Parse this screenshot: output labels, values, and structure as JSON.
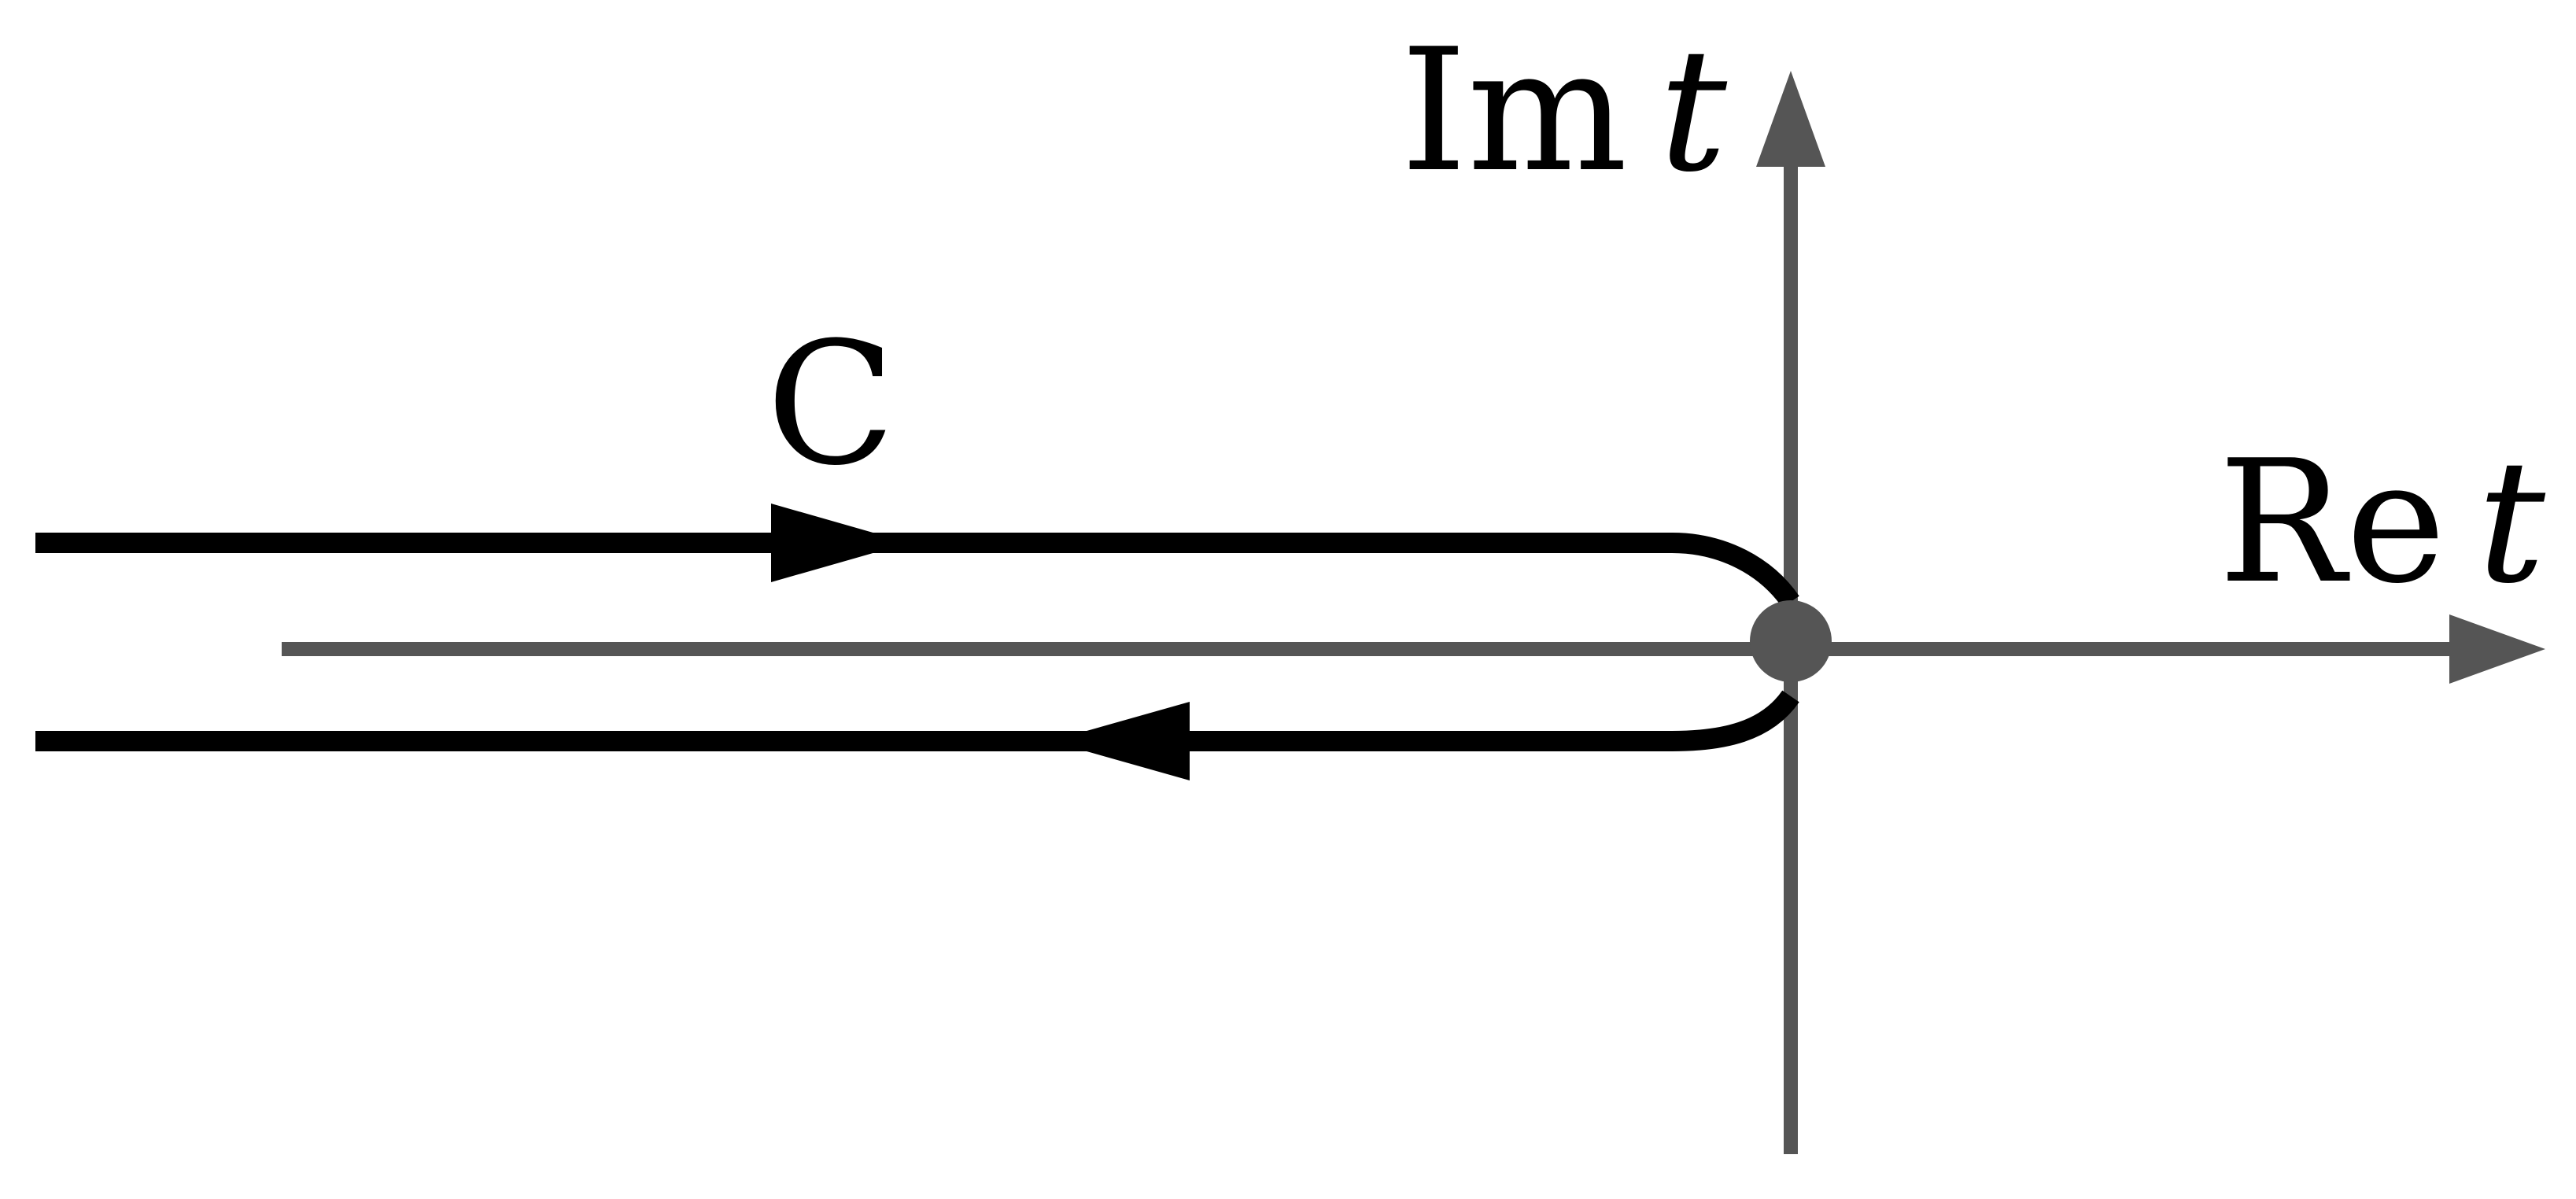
{
  "axes": {
    "real_label": "Re",
    "imag_label": "Im",
    "variable": "t"
  },
  "contour": {
    "label": "C"
  },
  "colors": {
    "axis": "#555555",
    "contour": "#000000",
    "branch_point": "#555555",
    "background": "#ffffff"
  }
}
